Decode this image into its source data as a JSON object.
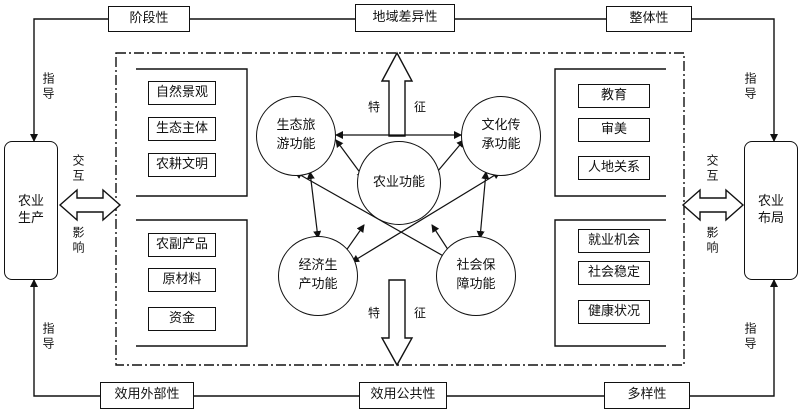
{
  "top": {
    "left": "阶段性",
    "center": "地域差异性",
    "right": "整体性"
  },
  "bottom": {
    "left": "效用外部性",
    "center": "效用公共性",
    "right": "多样性"
  },
  "side_left": "农业生产",
  "side_right": "农业布局",
  "guide_label": "指导",
  "interact_top": "交互",
  "interact_bottom": "影响",
  "feature_chars": [
    "特",
    "征"
  ],
  "center_circle": "农业功能",
  "circles": {
    "eco_tourism": "生态旅游功能",
    "culture": "文化传承功能",
    "economy": "经济生产功能",
    "social": "社会保障功能"
  },
  "left_top_group": [
    "自然景观",
    "生态主体",
    "农耕文明"
  ],
  "left_bottom_group": [
    "农副产品",
    "原材料",
    "资金"
  ],
  "right_top_group": [
    "教育",
    "审美",
    "人地关系"
  ],
  "right_bottom_group": [
    "就业机会",
    "社会稳定",
    "健康状况"
  ]
}
